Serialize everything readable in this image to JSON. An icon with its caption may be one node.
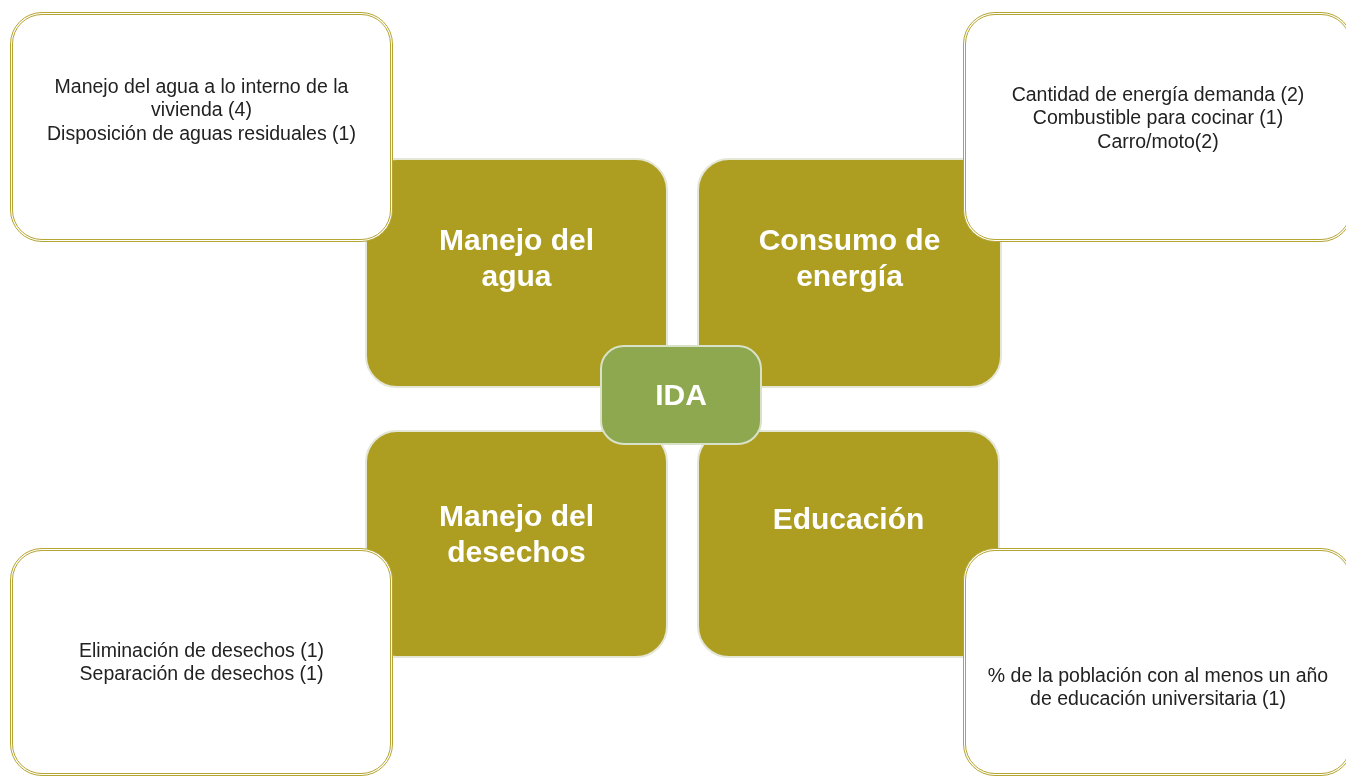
{
  "diagram": {
    "nodes": [
      {
        "text": [
          "Manejo del agua a lo interno de la vivienda (4)",
          "Disposición de aguas residuales (1)"
        ]
      },
      {
        "text": [
          "Cantidad de energía demanda (2)",
          "Combustible para cocinar (1)",
          "Carro/moto(2)"
        ]
      },
      {
        "text": [
          "Manejo del agua"
        ]
      },
      {
        "text": [
          "Consumo de energía"
        ]
      },
      {
        "text": [
          "IDA"
        ]
      },
      {
        "text": [
          "Manejo del desechos"
        ]
      },
      {
        "text": [
          "Educación"
        ]
      },
      {
        "text": [
          "Eliminación de desechos (1)",
          "Separación de desechos (1)"
        ]
      },
      {
        "text": [
          "% de la población con al menos un año de educación universitaria (1)"
        ]
      }
    ]
  }
}
